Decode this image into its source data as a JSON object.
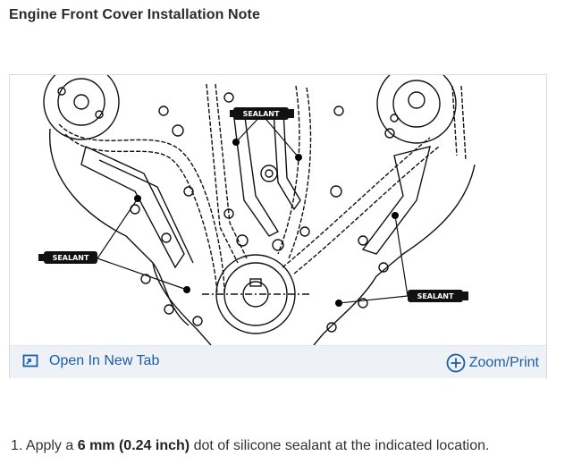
{
  "page": {
    "title": "Engine Front Cover Installation Note"
  },
  "diagram": {
    "labels": {
      "sealant_top": "SEALANT",
      "sealant_left": "SEALANT",
      "sealant_right": "SEALANT"
    }
  },
  "toolbar": {
    "open_label": "Open In New Tab",
    "zoom_label": "Zoom/Print",
    "link_color": "#1a5ea8",
    "background": "#eef2f7"
  },
  "instructions": {
    "step_number": "1.",
    "prefix": "Apply a",
    "emphasis": "6 mm (0.24 inch)",
    "suffix": "dot of silicone sealant at the indicated location."
  }
}
